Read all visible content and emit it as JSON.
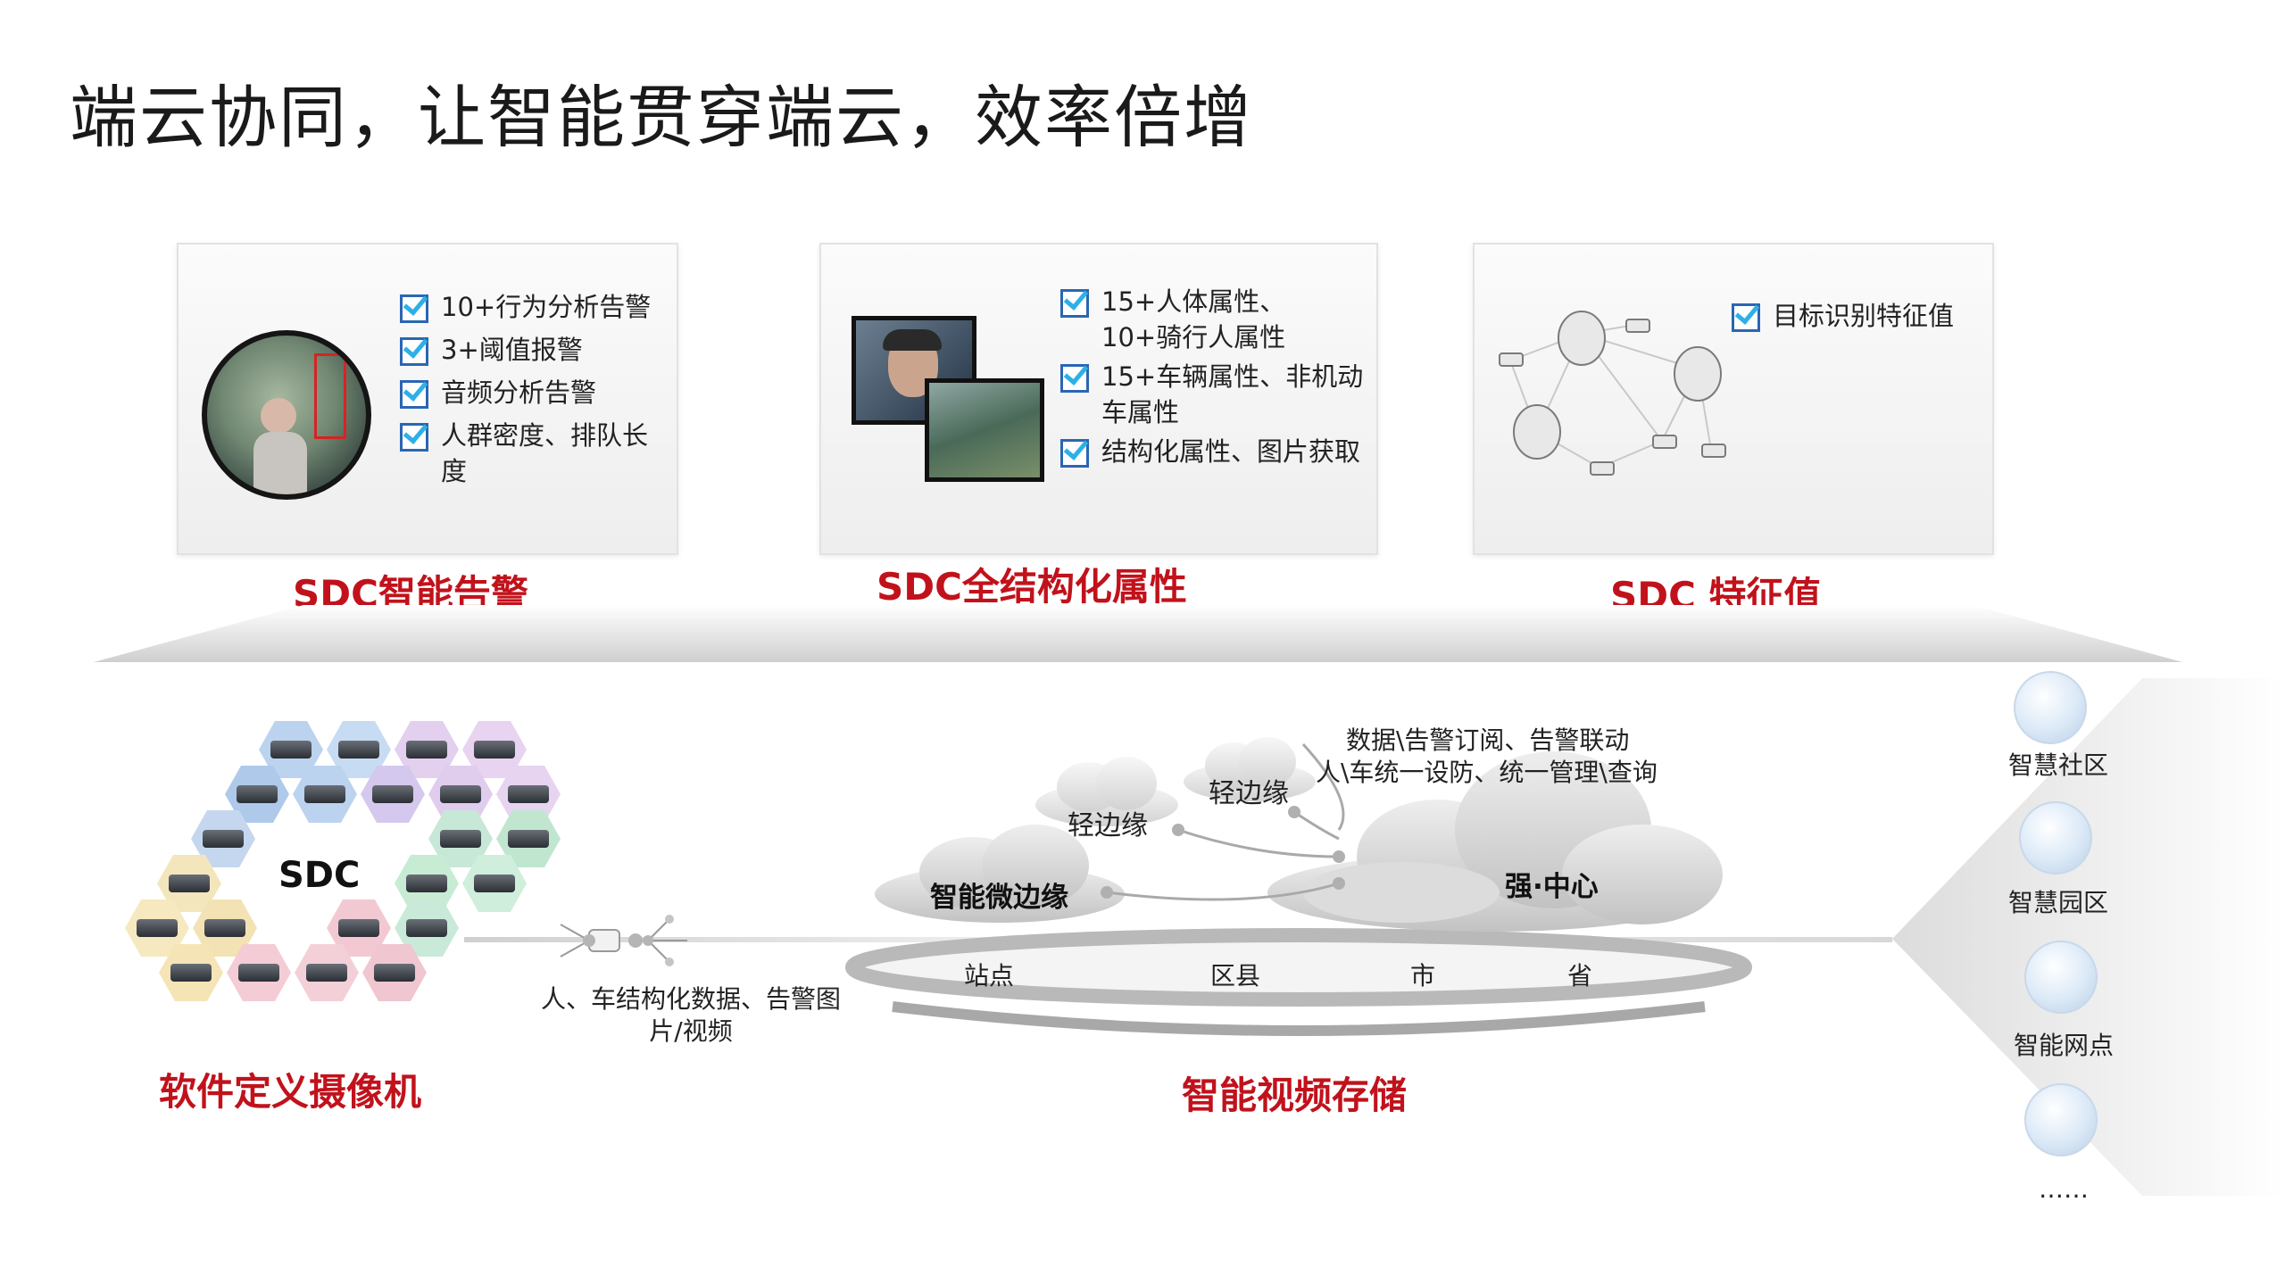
{
  "title": "端云协同，让智能贯穿端云，效率倍增",
  "panels": [
    {
      "caption": "SDC智能告警",
      "items": [
        "10+行为分析告警",
        "3+阈值报警",
        "音频分析告警",
        "人群密度、排队长度"
      ]
    },
    {
      "caption": "SDC全结构化属性",
      "items": [
        "15+人体属性、10+骑行人属性",
        "15+车辆属性、非机动车属性",
        "结构化属性、图片获取"
      ]
    },
    {
      "caption": "SDC 特征值",
      "items": [
        "目标识别特征值"
      ]
    }
  ],
  "sdc": {
    "label": "SDC",
    "caption": "软件定义摄像机",
    "flow_label": "人、车结构化数据、告警图片/视频"
  },
  "storage": {
    "caption": "智能视频存储",
    "micro_edge": "智能微边缘",
    "edge_1": "轻边缘",
    "edge_2": "轻边缘",
    "center": "强·中心",
    "center_note_1": "数据\\告警订阅、告警联动",
    "center_note_2": "人\\车统一设防、统一管理\\查询",
    "levels": [
      "站点",
      "区县",
      "市",
      "省"
    ]
  },
  "scenarios": [
    "智慧社区",
    "智慧园区",
    "智能网点",
    "……"
  ],
  "colors": {
    "accent_red": "#c1121c",
    "check_blue": "#2a66b3"
  }
}
